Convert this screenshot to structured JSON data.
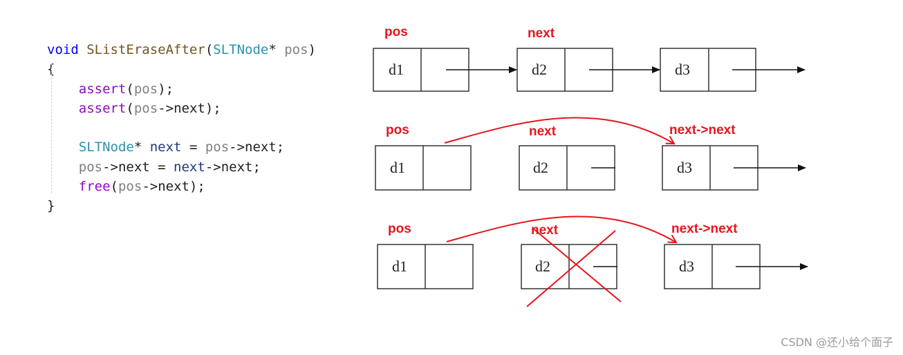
{
  "code": {
    "signature": {
      "ret": "void",
      "fname": "SListEraseAfter",
      "open": "(",
      "ptype": "SLTNode",
      "star": "* ",
      "pname": "pos",
      "close": ")"
    },
    "open_brace": "{",
    "line1": {
      "fn": "assert",
      "open": "(",
      "arg": "pos",
      "close": ");"
    },
    "line2": {
      "fn": "assert",
      "open": "(",
      "arg": "pos",
      "rest": "->next);"
    },
    "line3": {
      "type": "SLTNode",
      "mid": "* ",
      "var": "next",
      "eq": " = ",
      "src": "pos",
      "rest": "->next;"
    },
    "line4": {
      "lhs": "pos",
      "mid": "->next = ",
      "var": "next",
      "rest": "->next;"
    },
    "line5": {
      "fn": "free",
      "open": "(",
      "arg": "pos",
      "rest": "->next);"
    },
    "close_brace": "}"
  },
  "diagram": {
    "labels": {
      "pos": "pos",
      "next": "next",
      "next_next": "next->next"
    },
    "nodes": [
      "d1",
      "d2",
      "d3"
    ]
  },
  "colors": {
    "annotation_red": "#e8141c",
    "box_border": "#333333",
    "arrow": "#111111"
  },
  "watermark": "CSDN @还小给个面子"
}
